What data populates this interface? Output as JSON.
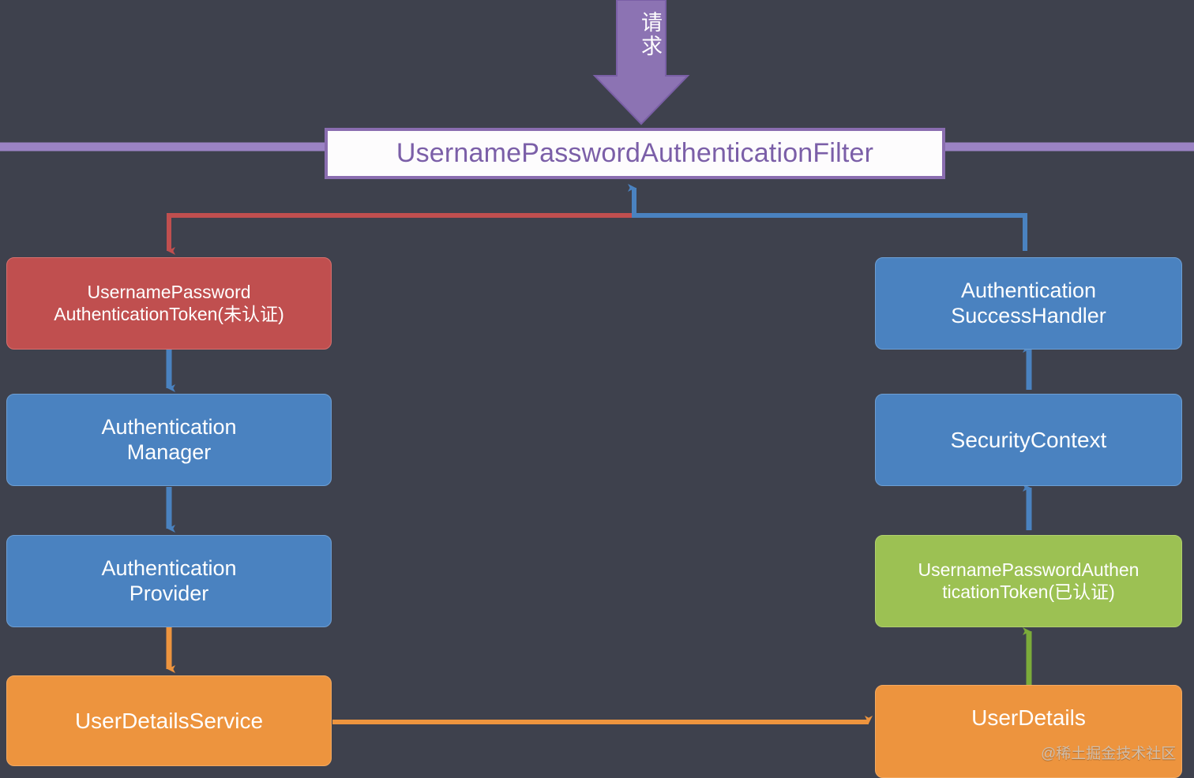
{
  "diagram": {
    "title": "Spring Security UsernamePasswordAuthenticationFilter flow",
    "background_color": "#3e414d",
    "request_arrow": {
      "label": "请求",
      "color": "#8a6db0"
    },
    "separator_line": {
      "color": "#9b83c4"
    },
    "filter": {
      "label": "UsernamePasswordAuthenticationFilter",
      "text_color": "#7b5fa8",
      "border_color": "#8a6db0",
      "fill": "#fdfcfd"
    },
    "nodes": [
      {
        "id": "token-unauth",
        "line1": "UsernamePassword",
        "line2": "AuthenticationToken(未认证)",
        "color": "#c04f4f",
        "column": "left"
      },
      {
        "id": "authentication-manager",
        "line1": "Authentication",
        "line2": "Manager",
        "color": "#4a82c0",
        "column": "left"
      },
      {
        "id": "authentication-provider",
        "line1": "Authentication",
        "line2": "Provider",
        "color": "#4a82c0",
        "column": "left"
      },
      {
        "id": "user-details-service",
        "line1": "UserDetailsService",
        "line2": "",
        "color": "#ed943e",
        "column": "left"
      },
      {
        "id": "authentication-success-handler",
        "line1": "Authentication",
        "line2": "SuccessHandler",
        "color": "#4a82c0",
        "column": "right"
      },
      {
        "id": "security-context",
        "line1": "SecurityContext",
        "line2": "",
        "color": "#4a82c0",
        "column": "right"
      },
      {
        "id": "token-authed",
        "line1": "UsernamePasswordAuthen",
        "line2": "ticationToken(已认证)",
        "color": "#9cc153",
        "column": "right"
      },
      {
        "id": "user-details",
        "line1": "UserDetails",
        "line2": "",
        "color": "#ed943e",
        "column": "right"
      }
    ],
    "connectors": [
      {
        "from": "filter",
        "to": "token-unauth",
        "color": "#c04f4f",
        "style": "elbow-down-left"
      },
      {
        "from": "token-unauth",
        "to": "authentication-manager",
        "color": "#4a82c0",
        "style": "straight-down"
      },
      {
        "from": "authentication-manager",
        "to": "authentication-provider",
        "color": "#4a82c0",
        "style": "straight-down"
      },
      {
        "from": "authentication-provider",
        "to": "user-details-service",
        "color": "#ed943e",
        "style": "straight-down"
      },
      {
        "from": "user-details-service",
        "to": "user-details",
        "color": "#ed943e",
        "style": "straight-right"
      },
      {
        "from": "user-details",
        "to": "token-authed",
        "color": "#7bab3a",
        "style": "straight-up"
      },
      {
        "from": "token-authed",
        "to": "security-context",
        "color": "#4a82c0",
        "style": "straight-up"
      },
      {
        "from": "security-context",
        "to": "authentication-success-handler",
        "color": "#4a82c0",
        "style": "straight-up"
      },
      {
        "from": "authentication-success-handler",
        "to": "filter",
        "color": "#4a82c0",
        "style": "elbow-up-left"
      }
    ],
    "watermark": "@稀土掘金技术社区"
  }
}
